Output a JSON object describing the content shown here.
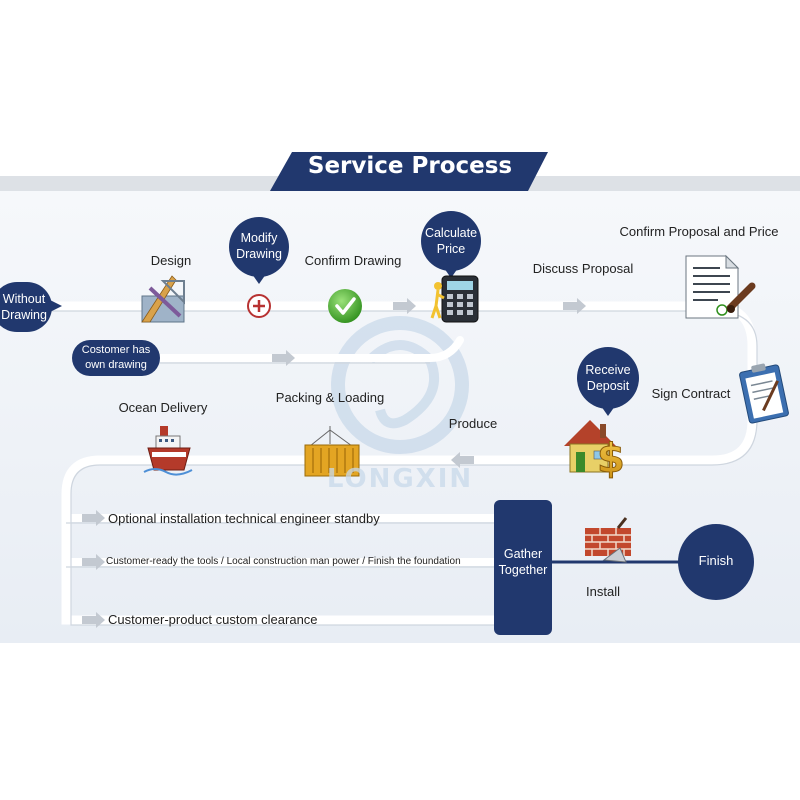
{
  "title": "Service Process",
  "watermark": "LONGXIN",
  "colors": {
    "navy": "#21386e",
    "path": "#ffffff",
    "panel": "#eaeff6",
    "band": "#dde1e6"
  },
  "bubbles": {
    "without_drawing": "Without Drawing",
    "modify_drawing": "Modify Drawing",
    "calculate_price": "Calculate Price",
    "receive_deposit": "Receive Deposit",
    "customer_own_drawing": "Costomer has own drawing",
    "gather_together": "Gather Together",
    "finish": "Finish"
  },
  "steps": {
    "design": "Design",
    "confirm_drawing": "Confirm Drawing",
    "discuss_proposal": "Discuss Proposal",
    "confirm_proposal_price": "Confirm Proposal and Price",
    "sign_contract": "Sign Contract",
    "produce": "Produce",
    "packing_loading": "Packing & Loading",
    "ocean_delivery": "Ocean Delivery",
    "install": "Install"
  },
  "branches": [
    "Optional  installation technical engineer standby",
    "Customer-ready the tools / Local construction man power / Finish the foundation",
    "Customer-product custom clearance"
  ],
  "icons": [
    "design-tools-icon",
    "plus-icon",
    "check-icon",
    "calculator-icon",
    "document-icon",
    "pen-icon",
    "clipboard-icon",
    "house-icon",
    "dollar-icon",
    "container-icon",
    "ship-icon",
    "brick-wall-icon",
    "trowel-icon",
    "arrow-icon"
  ]
}
